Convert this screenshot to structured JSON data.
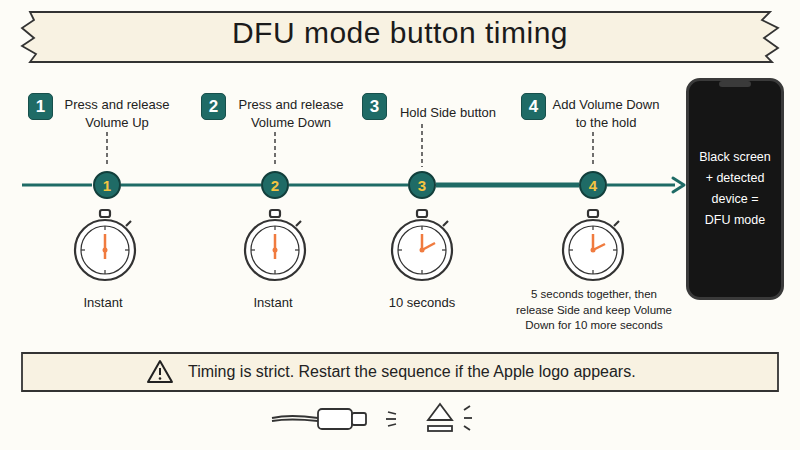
{
  "diagram": {
    "title": "DFU mode button timing",
    "nodes": [
      {
        "text": [
          "1"
        ]
      },
      {
        "text": [
          "2"
        ]
      },
      {
        "text": [
          "3"
        ]
      },
      {
        "text": [
          "4"
        ]
      },
      {
        "text": [
          "1"
        ]
      },
      {
        "text": [
          "2"
        ]
      },
      {
        "text": [
          "3"
        ]
      },
      {
        "text": [
          "4"
        ]
      },
      {
        "text": [
          "Black screen + detected device = DFU mode"
        ]
      },
      {
        "text": [
          "Timing is strict. Restart the sequence if the Apple logo appears."
        ]
      }
    ],
    "edges": [
      {
        "from": 4,
        "to": 5,
        "arrow": "none"
      },
      {
        "from": 5,
        "to": 6,
        "arrow": "none"
      },
      {
        "from": 6,
        "to": 7,
        "arrow": "none"
      },
      {
        "from": 7,
        "to": 8,
        "arrow": "to"
      }
    ],
    "labels": [
      "Press and release Volume Up",
      "Press and release Volume Down",
      "Hold Side button",
      "Add Volume Down to the hold",
      "Instant",
      "Instant",
      "10 seconds",
      "5 seconds together, then release Side and keep Volume Down for 10 more seconds"
    ]
  }
}
